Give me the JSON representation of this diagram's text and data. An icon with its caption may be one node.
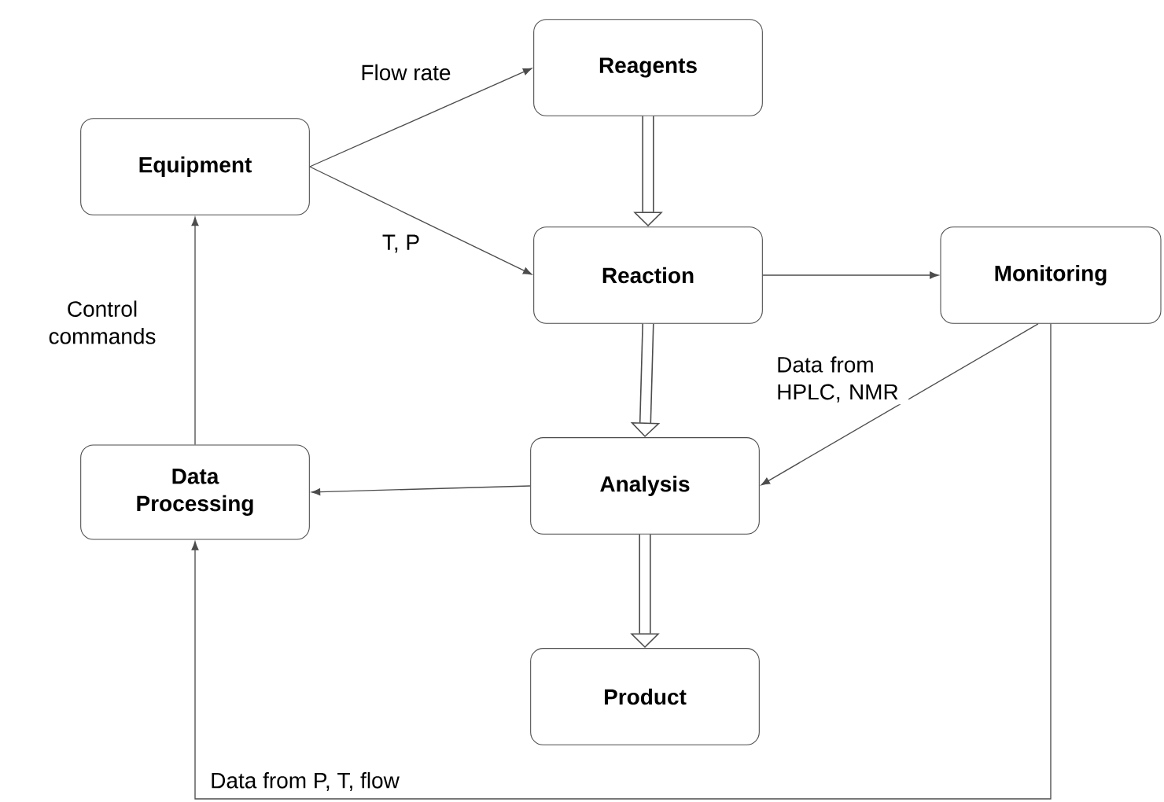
{
  "diagram": {
    "nodes": [
      {
        "text": [
          "Equipment"
        ]
      },
      {
        "text": [
          "Reagents"
        ]
      },
      {
        "text": [
          "Reaction"
        ]
      },
      {
        "text": [
          "Monitoring"
        ]
      },
      {
        "text": [
          "Data Processing"
        ]
      },
      {
        "text": [
          "Analysis"
        ]
      },
      {
        "text": [
          "Product"
        ]
      }
    ],
    "edges": [
      {
        "from": 0,
        "to": 1,
        "arrow": "to",
        "label": "Flow rate"
      },
      {
        "from": 0,
        "to": 2,
        "arrow": "to",
        "label": "T, P"
      },
      {
        "from": 1,
        "to": 2,
        "arrow": "to",
        "style": "thick"
      },
      {
        "from": 2,
        "to": 3,
        "arrow": "to"
      },
      {
        "from": 2,
        "to": 5,
        "arrow": "to",
        "style": "thick"
      },
      {
        "from": 3,
        "to": 5,
        "arrow": "to",
        "label": "Data from HPLC, NMR"
      },
      {
        "from": 5,
        "to": 4,
        "arrow": "to"
      },
      {
        "from": 5,
        "to": 6,
        "arrow": "to",
        "style": "thick"
      },
      {
        "from": 4,
        "to": 0,
        "arrow": "to",
        "label": "Control commands"
      },
      {
        "from": 3,
        "to": 4,
        "arrow": "to",
        "label": "Data from P, T, flow"
      }
    ]
  }
}
